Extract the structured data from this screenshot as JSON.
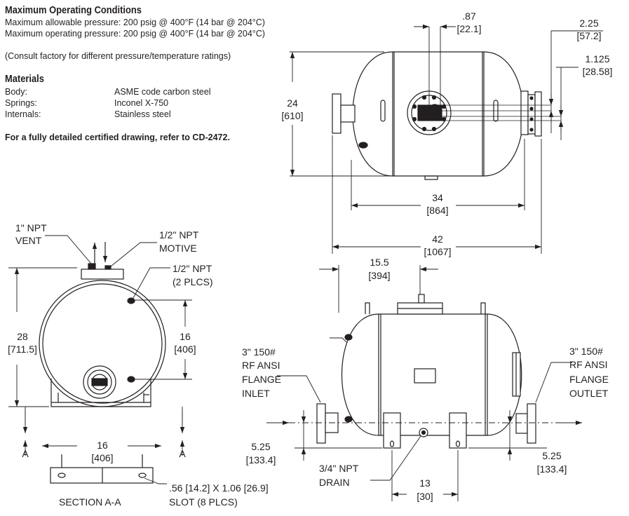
{
  "specs": {
    "max_conditions": {
      "heading": "Maximum Operating Conditions",
      "lines": [
        "Maximum allowable pressure: 200 psig @ 400°F (14 bar @ 204°C)",
        "Maximum operating pressure: 200 psig @ 400°F (14 bar @ 204°C)"
      ],
      "note": "(Consult factory for different pressure/temperature ratings)"
    },
    "materials": {
      "heading": "Materials",
      "rows": [
        {
          "label": "Body:",
          "value": "ASME code carbon steel"
        },
        {
          "label": "Springs:",
          "value": "Inconel X-750"
        },
        {
          "label": "Internals:",
          "value": "Stainless steel"
        }
      ]
    },
    "certified_note": "For a fully detailed certified drawing, refer to CD-2472."
  },
  "top_view": {
    "dim_087": [
      ".87",
      "[22.1]"
    ],
    "dim_225": [
      "2.25",
      "[57.2]"
    ],
    "dim_1125": [
      "1.125",
      "[28.58]"
    ],
    "dim_24": [
      "24",
      "[610]"
    ],
    "dim_34": [
      "34",
      "[864]"
    ],
    "dim_42": [
      "42",
      "[1067]"
    ]
  },
  "end_view": {
    "vent": [
      "1\" NPT",
      "VENT"
    ],
    "motive": [
      "1/2\" NPT",
      "MOTIVE"
    ],
    "half_npt": [
      "1/2\" NPT",
      "(2 PLCS)"
    ],
    "dim_28": [
      "28",
      "[711.5]"
    ],
    "dim_16": [
      "16",
      "[406]"
    ],
    "arrow_a": "A"
  },
  "section": {
    "dim_16": [
      "16",
      "[406]"
    ],
    "title": "SECTION A-A",
    "slot": [
      ".56 [14.2] X 1.06 [26.9]",
      "SLOT (8 PLCS)"
    ]
  },
  "side_view": {
    "dim_155": [
      "15.5",
      "[394]"
    ],
    "inlet": [
      "3\" 150#",
      "RF ANSI",
      "FLANGE",
      "INLET"
    ],
    "outlet": [
      "3\" 150#",
      "RF ANSI",
      "FLANGE",
      "OUTLET"
    ],
    "dim_525_left": [
      "5.25",
      "[133.4]"
    ],
    "dim_525_right": [
      "5.25",
      "[133.4]"
    ],
    "drain": [
      "3/4\" NPT",
      "DRAIN"
    ],
    "dim_13": [
      "13",
      "[30]"
    ]
  }
}
